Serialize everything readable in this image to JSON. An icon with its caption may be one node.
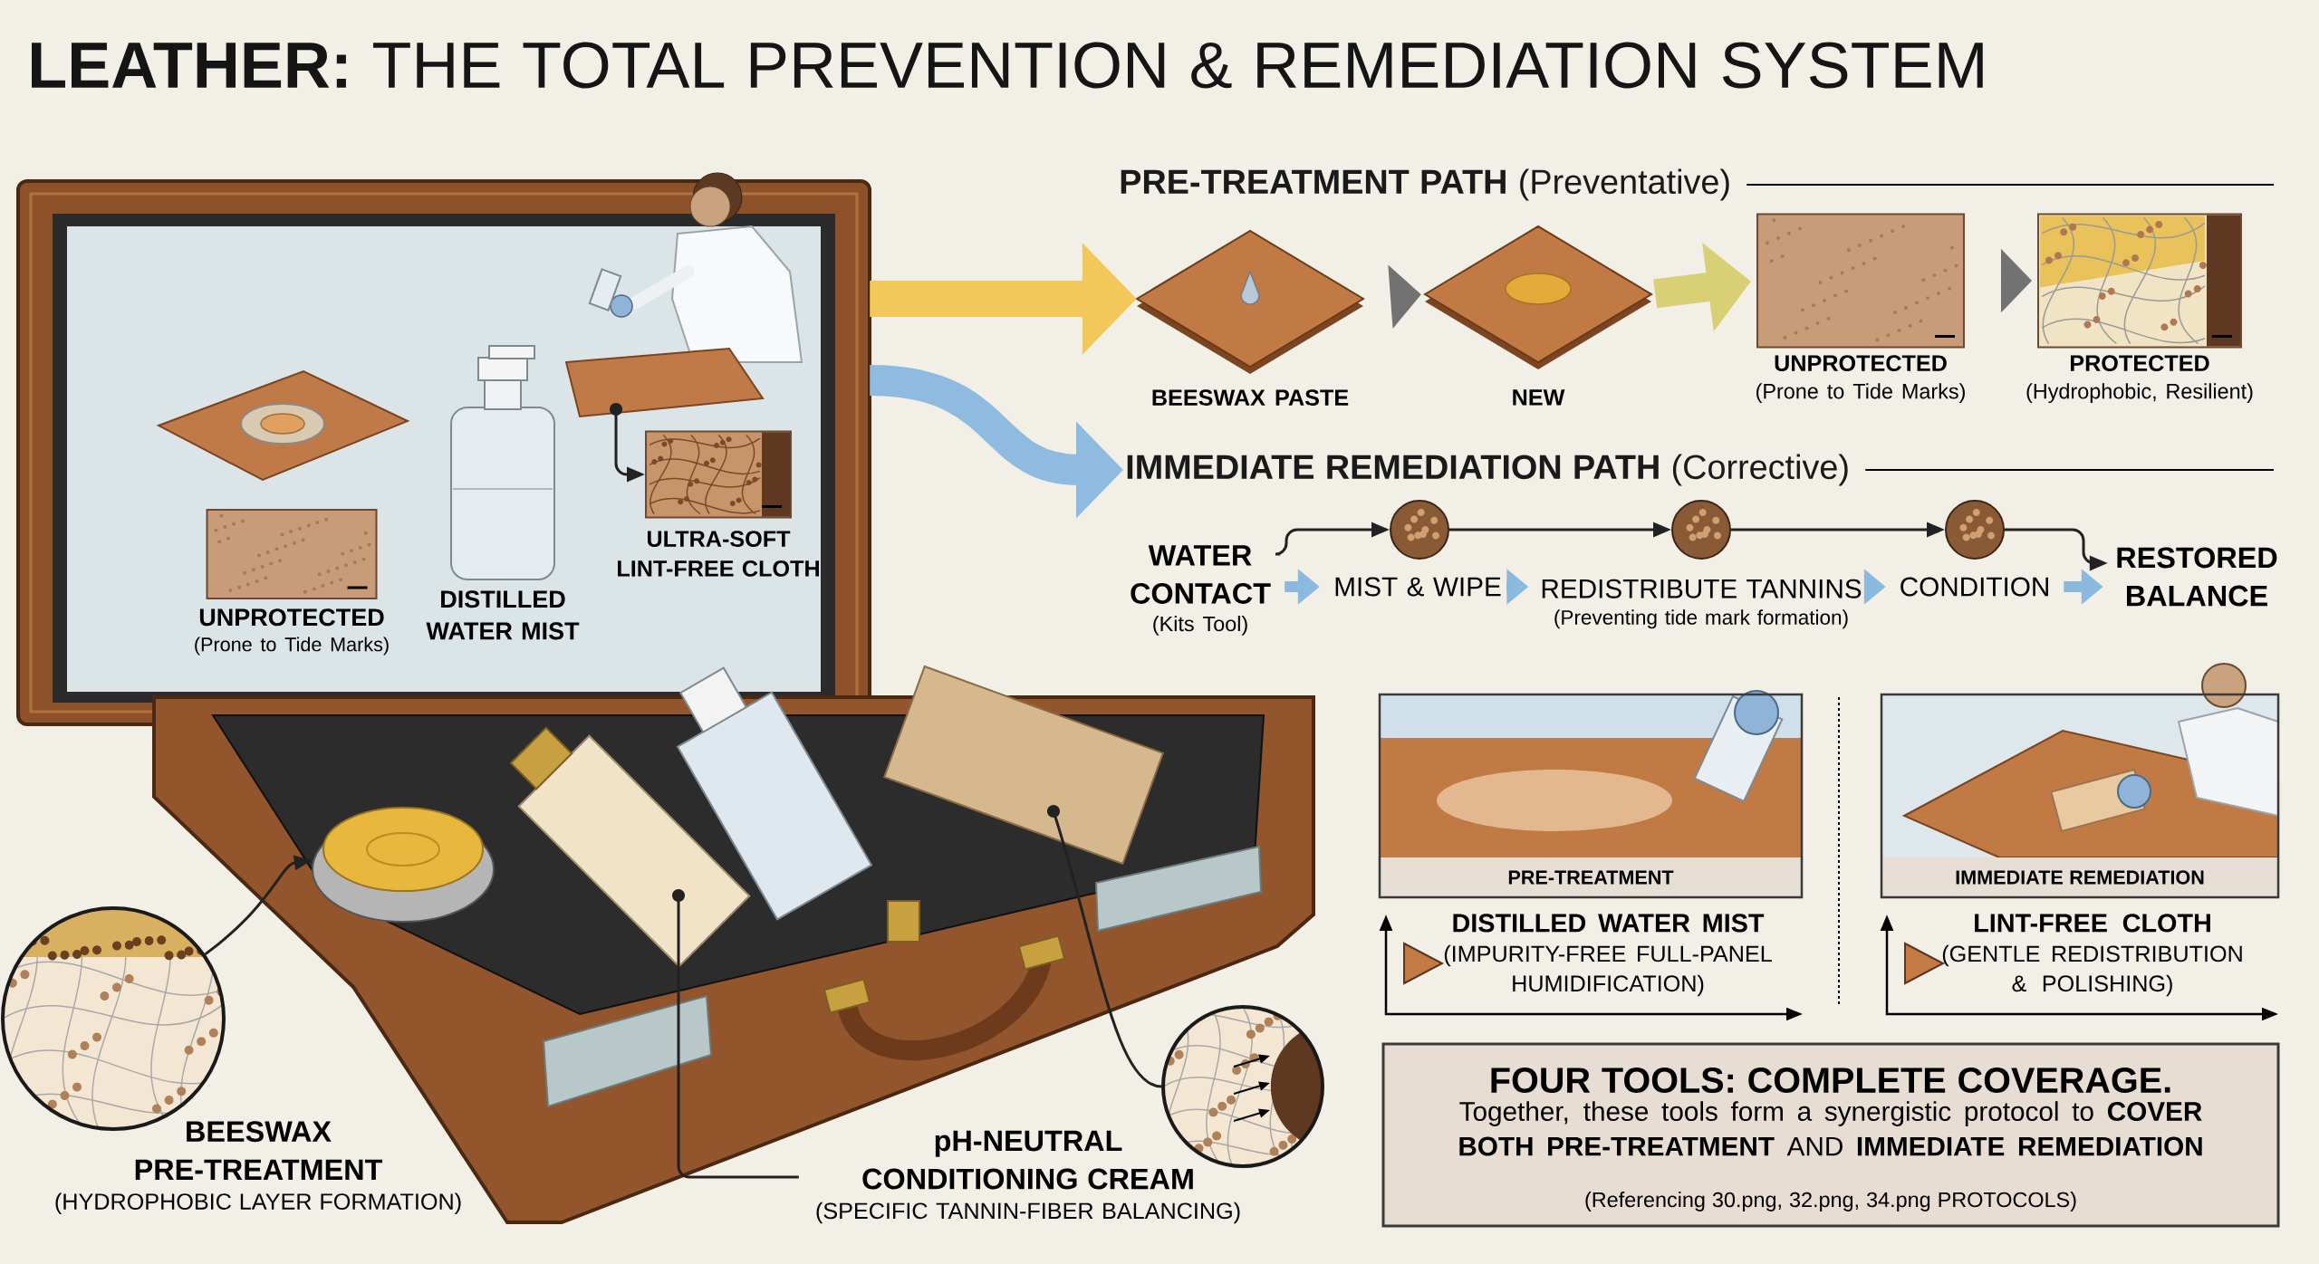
{
  "diagram": {
    "title": "**LEATHER:** THE TOTAL PREVENTION & REMEDIATION SYSTEM",
    "nodes": [
      {
        "text": [],
        "shape": "picture"
      },
      {
        "text": [
          "UNPROTECTED",
          "(Prone to Tide Marks)"
        ],
        "in": 0
      },
      {
        "text": [
          "DISTILLED WATER MIST"
        ],
        "in": 0
      },
      {
        "text": [
          "ULTRA-SOFT LINT-FREE CLOTH"
        ],
        "in": 0
      },
      {
        "text": [
          "**PRE-TREATMENT PATH** (Preventative)"
        ]
      },
      {
        "text": [
          "BEESWAX PASTE"
        ]
      },
      {
        "text": [
          "NEW"
        ]
      },
      {
        "text": [
          "UNPROTECTED",
          "(Prone to Tide Marks)"
        ]
      },
      {
        "text": [
          "PROTECTED",
          "(Hydrophobic, Resilient)"
        ]
      },
      {
        "text": [
          "**IMMEDIATE REMEDIATION PATH** (Corrective)"
        ]
      },
      {
        "text": [
          "WATER CONTACT",
          "(Kits Tool)"
        ]
      },
      {
        "text": [],
        "shape": "circle"
      },
      {
        "text": [
          "MIST & WIPE"
        ]
      },
      {
        "text": [],
        "shape": "circle"
      },
      {
        "text": [
          "REDISTRIBUTE TANNINS",
          "(Preventing tide mark formation)"
        ]
      },
      {
        "text": [],
        "shape": "circle"
      },
      {
        "text": [
          "CONDITION"
        ]
      },
      {
        "text": [
          "RESTORED BALANCE"
        ]
      },
      {
        "text": [
          "PRE-TREATMENT"
        ],
        "beside": [
          "DISTILLED WATER MIST",
          "(IMPURITY-FREE FULL-PANEL HUMIDIFICATION)"
        ]
      },
      {
        "text": [
          "IMMEDIATE REMEDIATION"
        ],
        "beside": [
          "LINT-FREE CLOTH",
          "(GENTLE REDISTRIBUTION & POLISHING)"
        ]
      },
      {
        "text": [
          "FOUR TOOLS: COMPLETE COVERAGE.",
          "Together, these tools form a synergistic protocol to **COVER BOTH PRE-TREATMENT** AND **IMMEDIATE REMEDIATION**",
          "(Referencing 30.png, 32.png, 34.png PROTOCOLS)"
        ]
      },
      {
        "text": [
          "BEESWAX PRE-TREATMENT",
          "(HYDROPHOBIC LAYER FORMATION)"
        ]
      },
      {
        "text": [
          "pH-NEUTRAL CONDITIONING CREAM",
          "(SPECIFIC TANNIN-FIBER BALANCING)"
        ]
      },
      {
        "text": [],
        "shape": "circle"
      },
      {
        "text": [],
        "shape": "picture",
        "in": 0
      },
      {
        "text": [],
        "shape": "picture"
      },
      {
        "text": [],
        "shape": "picture"
      },
      {
        "text": [],
        "shape": "picture"
      }
    ],
    "edges": [
      {
        "from": 0,
        "to": 5,
        "arrow": "to",
        "style": "thick",
        "color": "#f2c85b"
      },
      {
        "from": 0,
        "to": 9,
        "arrow": "to",
        "style": "thick",
        "color": "#8fbbe0"
      },
      {
        "from": 24,
        "to": 3,
        "arrow": "to"
      },
      {
        "from": 5,
        "to": 6,
        "arrow": "to",
        "style": "thick",
        "color": "#727272"
      },
      {
        "from": 6,
        "to": 7,
        "arrow": "to",
        "style": "thick",
        "color": "#d9cf75"
      },
      {
        "from": 7,
        "to": 8,
        "arrow": "to",
        "style": "thick",
        "color": "#727272"
      },
      {
        "from": 10,
        "to": 12,
        "arrow": "to",
        "style": "thick",
        "color": "#8cb9de"
      },
      {
        "from": 12,
        "to": 14,
        "arrow": "to",
        "style": "thick",
        "color": "#8cb9de"
      },
      {
        "from": 14,
        "to": 16,
        "arrow": "to",
        "style": "thick",
        "color": "#8cb9de"
      },
      {
        "from": 16,
        "to": 17,
        "arrow": "to",
        "style": "thick",
        "color": "#8cb9de"
      },
      {
        "from": 10,
        "to": 11,
        "arrow": "to"
      },
      {
        "from": 11,
        "to": 13,
        "arrow": "to"
      },
      {
        "from": 13,
        "to": 15,
        "arrow": "to"
      },
      {
        "from": 15,
        "to": 17,
        "arrow": "to"
      },
      {
        "from": 21,
        "to": 25,
        "arrow": "to"
      },
      {
        "from": 26,
        "to": 22,
        "arrow": "other"
      },
      {
        "from": 27,
        "to": 23,
        "arrow": "other"
      }
    ]
  }
}
